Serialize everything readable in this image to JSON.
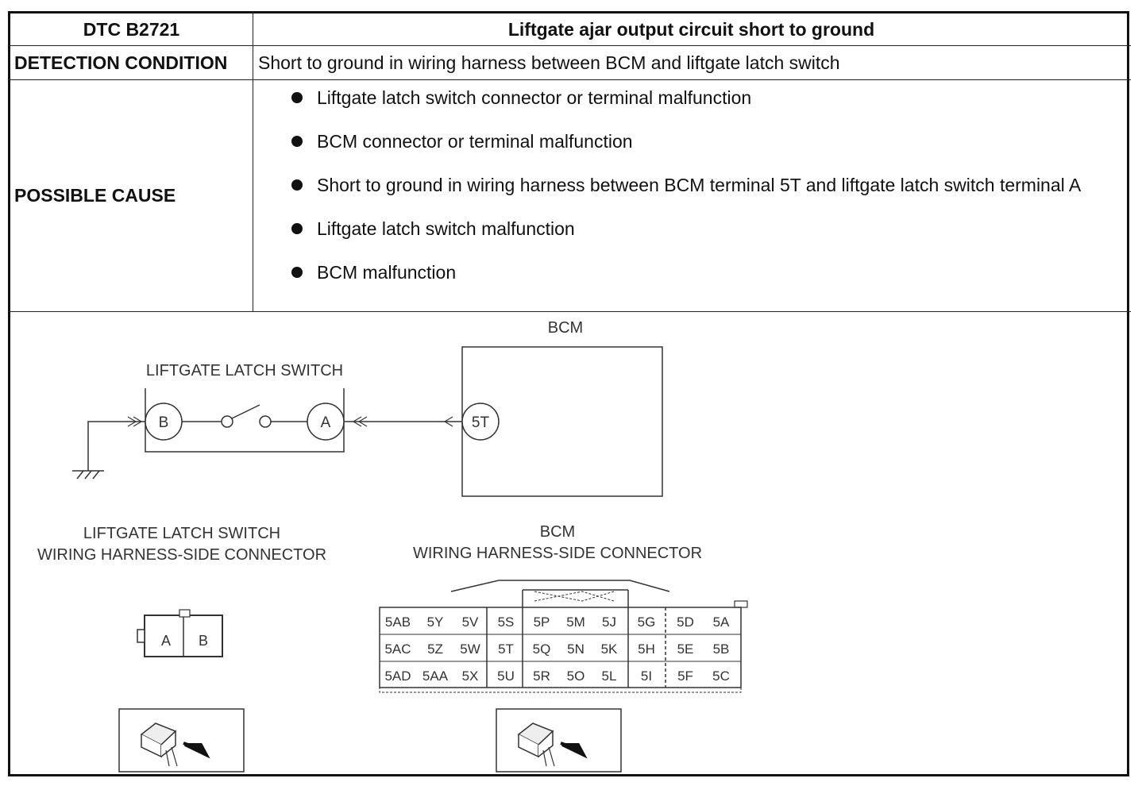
{
  "table": {
    "dtc_label": "DTC B2721",
    "dtc_title": "Liftgate ajar output circuit short to ground",
    "detection_label": "DETECTION CONDITION",
    "detection_value": "Short to ground in wiring harness between BCM and liftgate latch switch",
    "cause_label": "POSSIBLE CAUSE",
    "causes": [
      "Liftgate latch switch connector or terminal malfunction",
      "BCM connector or terminal malfunction",
      "Short to ground in wiring harness between BCM terminal 5T and liftgate latch switch terminal A",
      "Liftgate latch switch malfunction",
      "BCM malfunction"
    ]
  },
  "diagram": {
    "bcm_title": "BCM",
    "switch_title": "LIFTGATE LATCH SWITCH",
    "terminal_b": "B",
    "terminal_a": "A",
    "terminal_5t": "5T",
    "switch_connector_line1": "LIFTGATE LATCH SWITCH",
    "switch_connector_line2": "WIRING HARNESS-SIDE CONNECTOR",
    "bcm_connector_line1": "BCM",
    "bcm_connector_line2": "WIRING HARNESS-SIDE CONNECTOR",
    "switch_pins": [
      "A",
      "B"
    ],
    "bcm_pins": [
      [
        "5AB",
        "5Y",
        "5V",
        "5S",
        "5P",
        "5M",
        "5J",
        "5G",
        "5D",
        "5A"
      ],
      [
        "5AC",
        "5Z",
        "5W",
        "5T",
        "5Q",
        "5N",
        "5K",
        "5H",
        "5E",
        "5B"
      ],
      [
        "5AD",
        "5AA",
        "5X",
        "5U",
        "5R",
        "5O",
        "5L",
        "5I",
        "5F",
        "5C"
      ]
    ]
  }
}
